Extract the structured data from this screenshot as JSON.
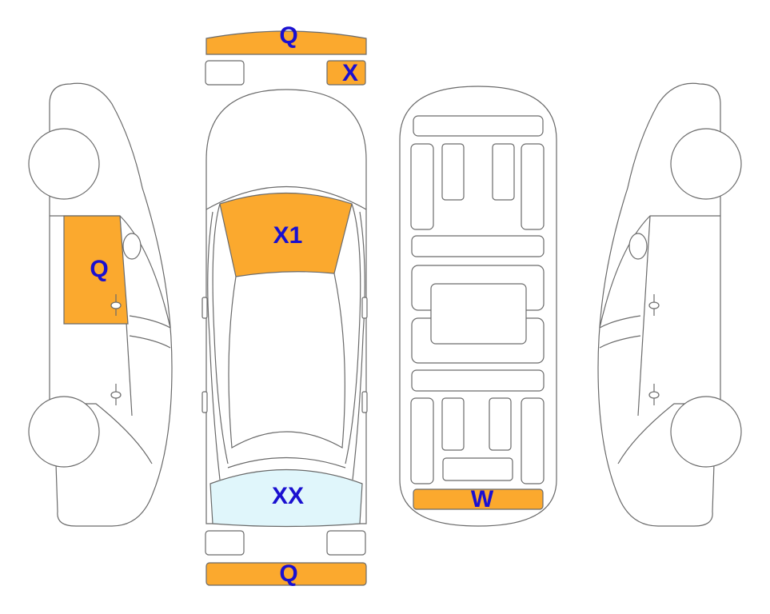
{
  "colors": {
    "damage": "#FBA92E",
    "glass_damage": "#E0F6FB",
    "label": "#1A10D0",
    "outline": "#6A6A6A"
  },
  "views": {
    "left_side": "left-side-view",
    "top": "top-view",
    "underbody": "underbody-view",
    "right_side": "right-side-view"
  },
  "marks": {
    "front_bumper": {
      "code": "Q",
      "status": "damage"
    },
    "right_headlight": {
      "code": "X",
      "status": "damage"
    },
    "windshield": {
      "code": "X1",
      "status": "damage"
    },
    "rear_window": {
      "code": "XX",
      "status": "glass_damage"
    },
    "rear_bumper": {
      "code": "Q",
      "status": "damage"
    },
    "left_front_door": {
      "code": "Q",
      "status": "damage"
    },
    "underbody_rear": {
      "code": "W",
      "status": "damage"
    }
  }
}
